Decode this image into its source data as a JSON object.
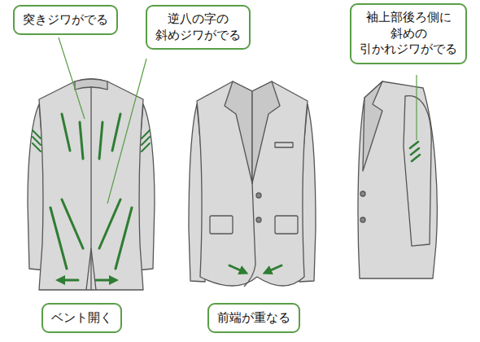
{
  "diagram": {
    "nodes": [
      {
        "text": [
          "突きジワがでる"
        ]
      },
      {
        "text": [
          "逆八の字の 斜めジワがでる"
        ]
      },
      {
        "text": [
          "袖上部後ろ側に 斜めの 引かれジワがでる"
        ]
      },
      {
        "text": [
          "ベント開く"
        ]
      },
      {
        "text": [
          "前端が重なる"
        ]
      }
    ]
  }
}
